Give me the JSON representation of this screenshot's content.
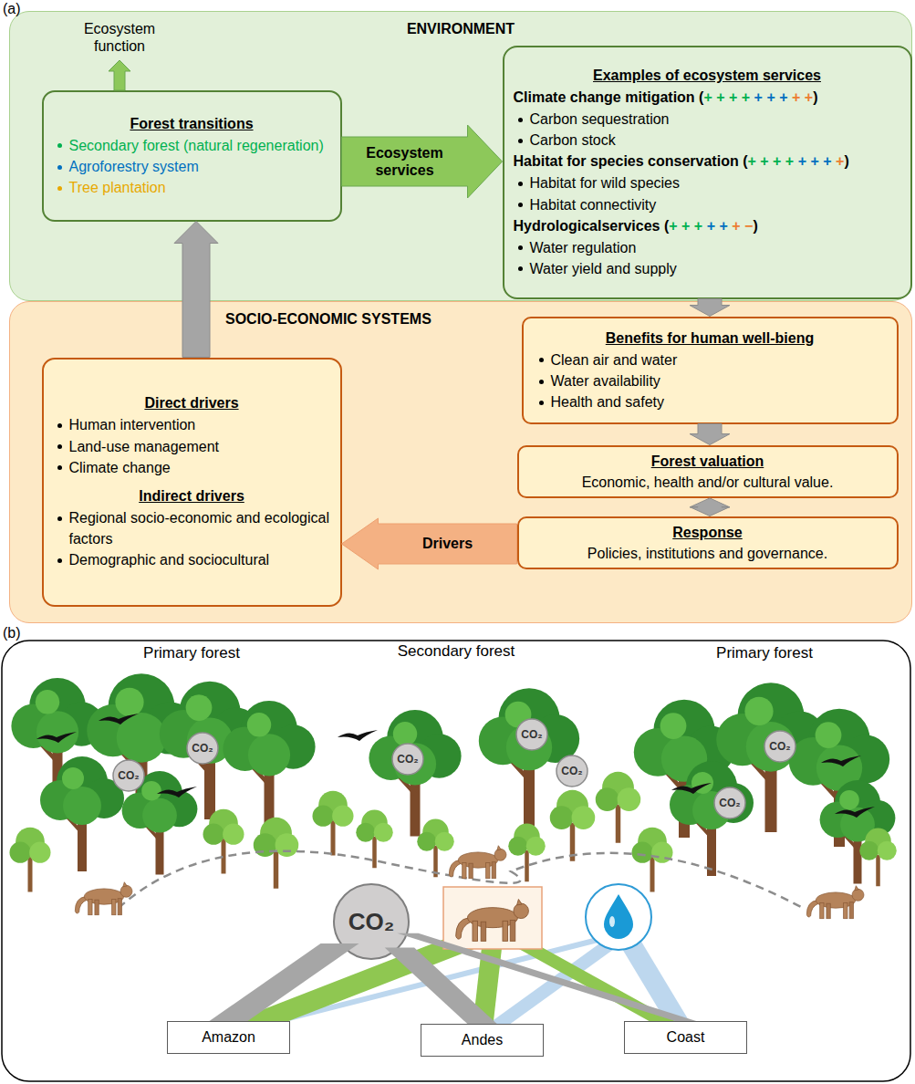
{
  "diagram": {
    "nodes": [
      {
        "text": [
          "ENVIRONMENT"
        ]
      },
      {
        "text": [
          "Forest transitions",
          "Secondary forest (natural regeneration)",
          "Agroforestry system",
          "Tree plantation"
        ],
        "in": 0
      },
      {
        "text": [
          "Examples of ecosystem services",
          "Climate change mitigation (+ + + + + + + + +)",
          "Carbon sequestration",
          "Carbon stock",
          "Habitat for species conservation (+ + + + + + + +)",
          "Habitat for wild species",
          "Habitat connectivity",
          "Hydrologicalservices (+ + + + + + −)",
          "Water regulation",
          "Water yield and supply"
        ],
        "in": 0
      },
      {
        "text": [
          "SOCIO-ECONOMIC SYSTEMS"
        ]
      },
      {
        "text": [
          "Benefits for human well-bieng",
          "Clean air and water",
          "Water availability",
          "Health and safety"
        ],
        "in": 3
      },
      {
        "text": [
          "Forest valuation",
          "Economic, health and/or cultural value."
        ],
        "in": 3
      },
      {
        "text": [
          "Response",
          "Policies, institutions and governance."
        ],
        "in": 3
      },
      {
        "text": [
          "Direct drivers",
          "Human intervention",
          "Land-use management",
          "Climate change",
          "Indirect drivers",
          "Regional socio-economic and ecological factors",
          "Demographic and sociocultural"
        ],
        "in": 3
      },
      {
        "text": [
          "CO₂"
        ]
      },
      {
        "text": [
          "Amazon"
        ]
      },
      {
        "text": [
          "Andes"
        ]
      },
      {
        "text": [
          "Coast"
        ]
      }
    ],
    "edges": [
      {
        "from": 1,
        "to": 2,
        "arrow": "to",
        "label": "Ecosystem services"
      },
      {
        "from": 2,
        "to": 4,
        "arrow": "to"
      },
      {
        "from": 4,
        "to": 5,
        "arrow": "to"
      },
      {
        "from": 5,
        "to": 6,
        "arrow": "both"
      },
      {
        "from": 6,
        "to": 7,
        "arrow": "to",
        "label": "Drivers"
      },
      {
        "from": 7,
        "to": 1,
        "arrow": "to"
      },
      {
        "from": 8,
        "to": 9,
        "arrow": "none"
      },
      {
        "from": 8,
        "to": 10,
        "arrow": "none"
      },
      {
        "from": 8,
        "to": 11,
        "arrow": "none"
      }
    ],
    "labels": [
      "(a)",
      "Ecosystem function",
      "(b)",
      "Primary forest",
      "Secondary forest",
      "Primary forest",
      "CO₂",
      "CO₂",
      "CO₂",
      "CO₂",
      "CO₂",
      "CO₂",
      "CO₂"
    ]
  }
}
